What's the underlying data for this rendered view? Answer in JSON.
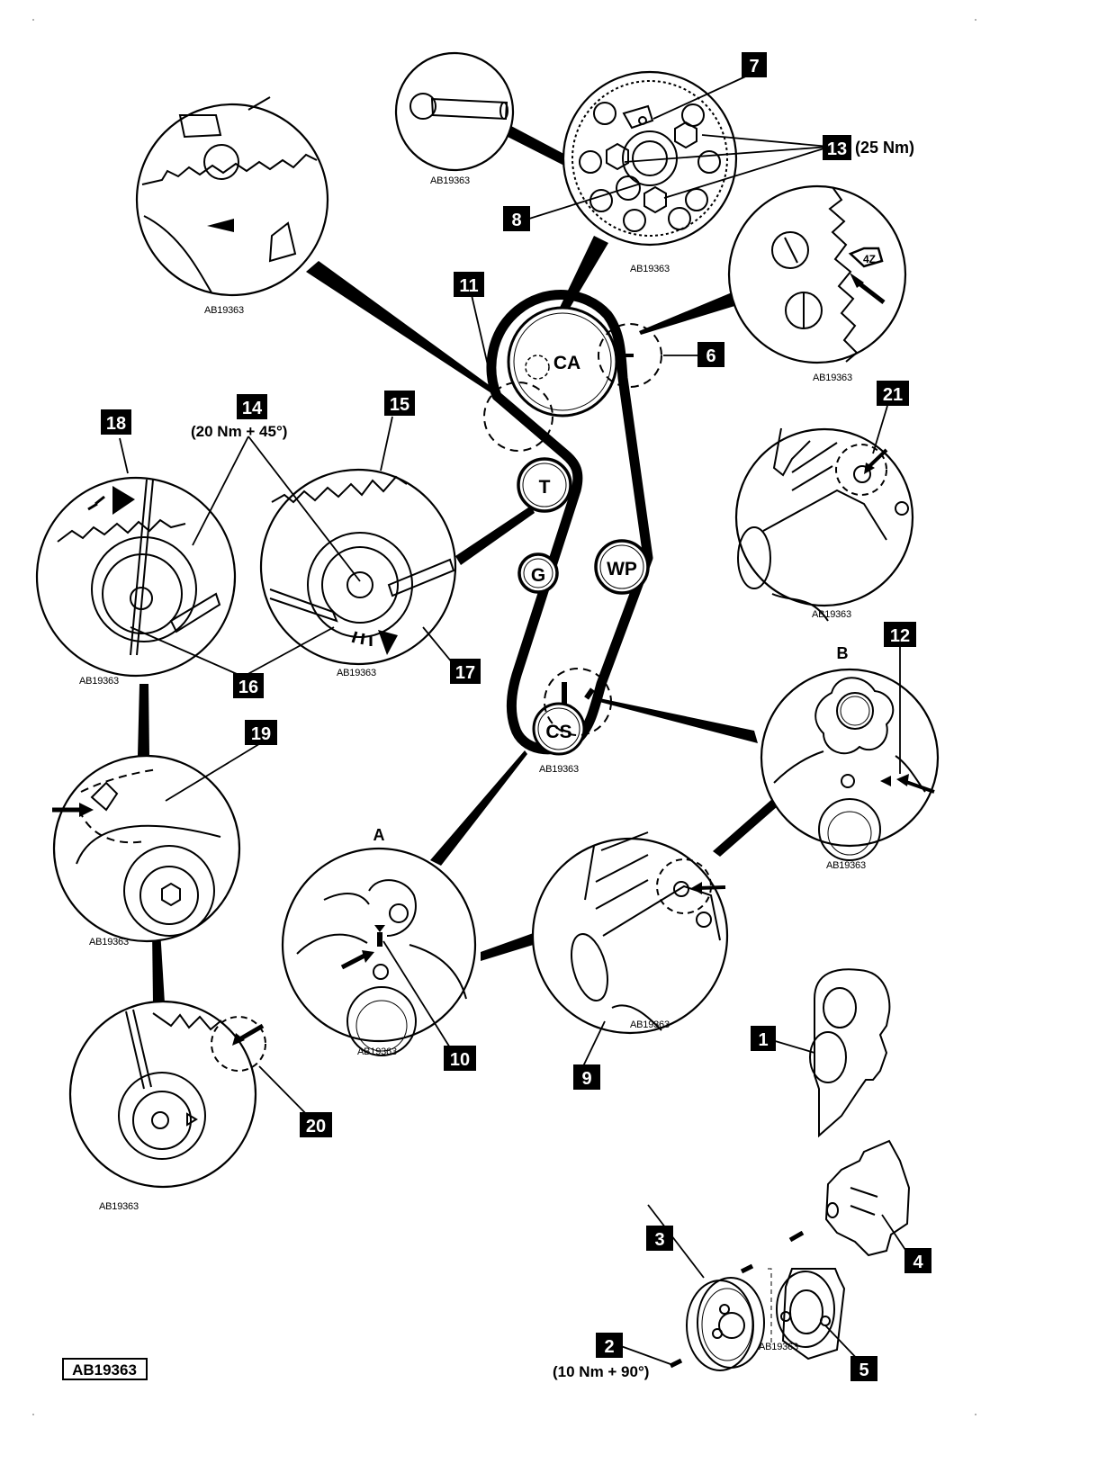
{
  "figure": {
    "reference_code": "AB19363",
    "detail_reference_label": "AB19363"
  },
  "pulleys": {
    "camshaft": "CA",
    "tensioner": "T",
    "guide": "G",
    "water_pump": "WP",
    "crankshaft": "CS"
  },
  "view_letters": {
    "a": "A",
    "b": "B"
  },
  "callouts": {
    "c1": "1",
    "c2": "2",
    "c3": "3",
    "c4": "4",
    "c5": "5",
    "c6": "6",
    "c7": "7",
    "c8": "8",
    "c9": "9",
    "c10": "10",
    "c11": "11",
    "c12": "12",
    "c13": "13",
    "c14": "14",
    "c15": "15",
    "c16": "16",
    "c17": "17",
    "c18": "18",
    "c19": "19",
    "c20": "20",
    "c21": "21"
  },
  "torque_specs": {
    "item13": "(25 Nm)",
    "item14": "(20 Nm + 45°)",
    "item2": "(10 Nm + 90°)"
  },
  "markings": {
    "camshaft_tooth_mark": "4Z"
  }
}
